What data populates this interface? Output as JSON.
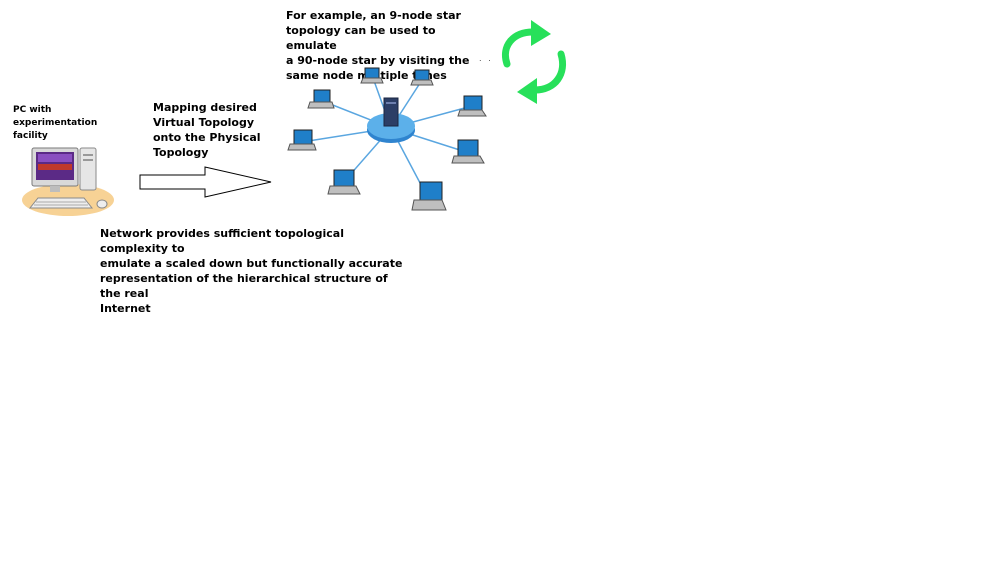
{
  "labels": {
    "pc": "PC with\nexperimentation\nfacility",
    "mapping": "Mapping desired\nVirtual Topology\nonto the Physical\nTopology",
    "example": "For example, an 9-node star\ntopology can be used to emulate\na 90-node star by visiting the\nsame node multiple times",
    "network": "Network provides sufficient topological complexity to\nemulate a scaled down but functionally accurate\nrepresentation of the hierarchical structure of the real\nInternet",
    "dots": ". ."
  },
  "icons": {
    "pc": "desktop-computer-icon",
    "arrow": "right-arrow-icon",
    "star": "star-network-icon",
    "refresh": "refresh-arrows-icon"
  },
  "colors": {
    "hub": "#3b8fd6",
    "link": "#5aa6e0",
    "laptop_screen": "#1f7fc9",
    "refresh": "#27e05a"
  }
}
